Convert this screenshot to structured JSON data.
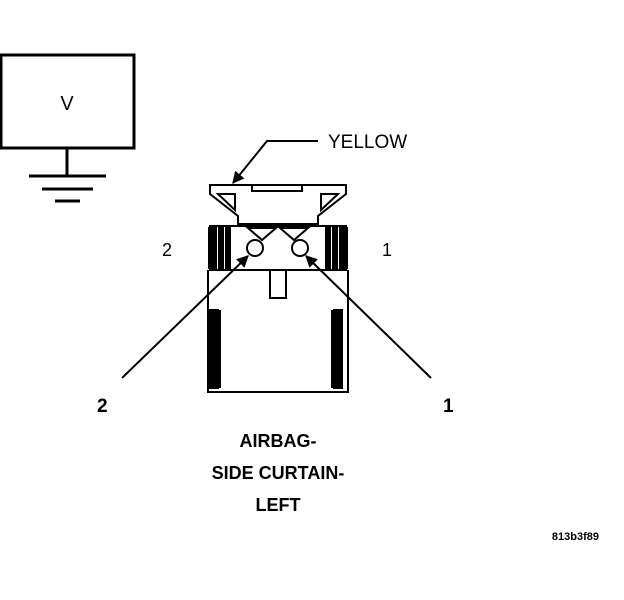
{
  "meter": {
    "label": "V"
  },
  "connector": {
    "color_label": "YELLOW",
    "pin_label_left": "2",
    "pin_label_right": "1"
  },
  "callouts": {
    "left": "2",
    "right": "1"
  },
  "caption": {
    "line1": "AIRBAG-",
    "line2": "SIDE CURTAIN-",
    "line3": "LEFT"
  },
  "figure_id": "813b3f89"
}
